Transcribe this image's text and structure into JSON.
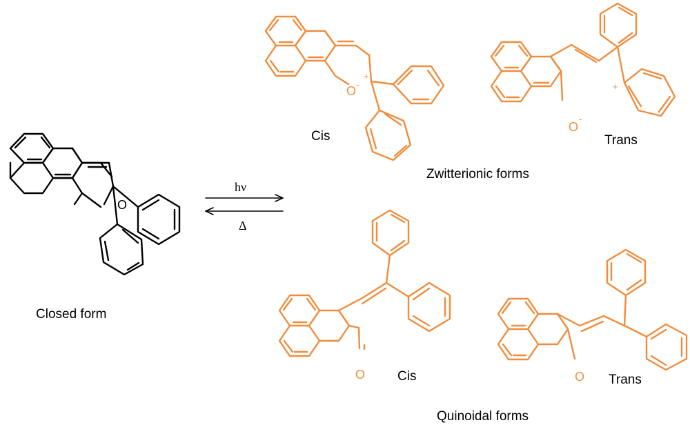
{
  "colors": {
    "closed": "#000000",
    "open": "#f08c3c"
  },
  "labels": {
    "closed_form": "Closed form",
    "zwitterionic_forms": "Zwitterionic forms",
    "quinoidal_forms": "Quinoidal forms",
    "zw_cis": "Cis",
    "zw_trans": "Trans",
    "qu_cis": "Cis",
    "qu_trans": "Trans"
  },
  "arrows": {
    "forward": "hν",
    "reverse": "Δ"
  },
  "atoms": {
    "oxygen": "O",
    "anion": "-",
    "cation": "+"
  },
  "structures": [
    {
      "id": "closed",
      "label_key": "closed_form"
    },
    {
      "id": "zwitterion-cis",
      "label_key": "zw_cis"
    },
    {
      "id": "zwitterion-trans",
      "label_key": "zw_trans"
    },
    {
      "id": "quinoid-cis",
      "label_key": "qu_cis"
    },
    {
      "id": "quinoid-trans",
      "label_key": "qu_trans"
    }
  ]
}
